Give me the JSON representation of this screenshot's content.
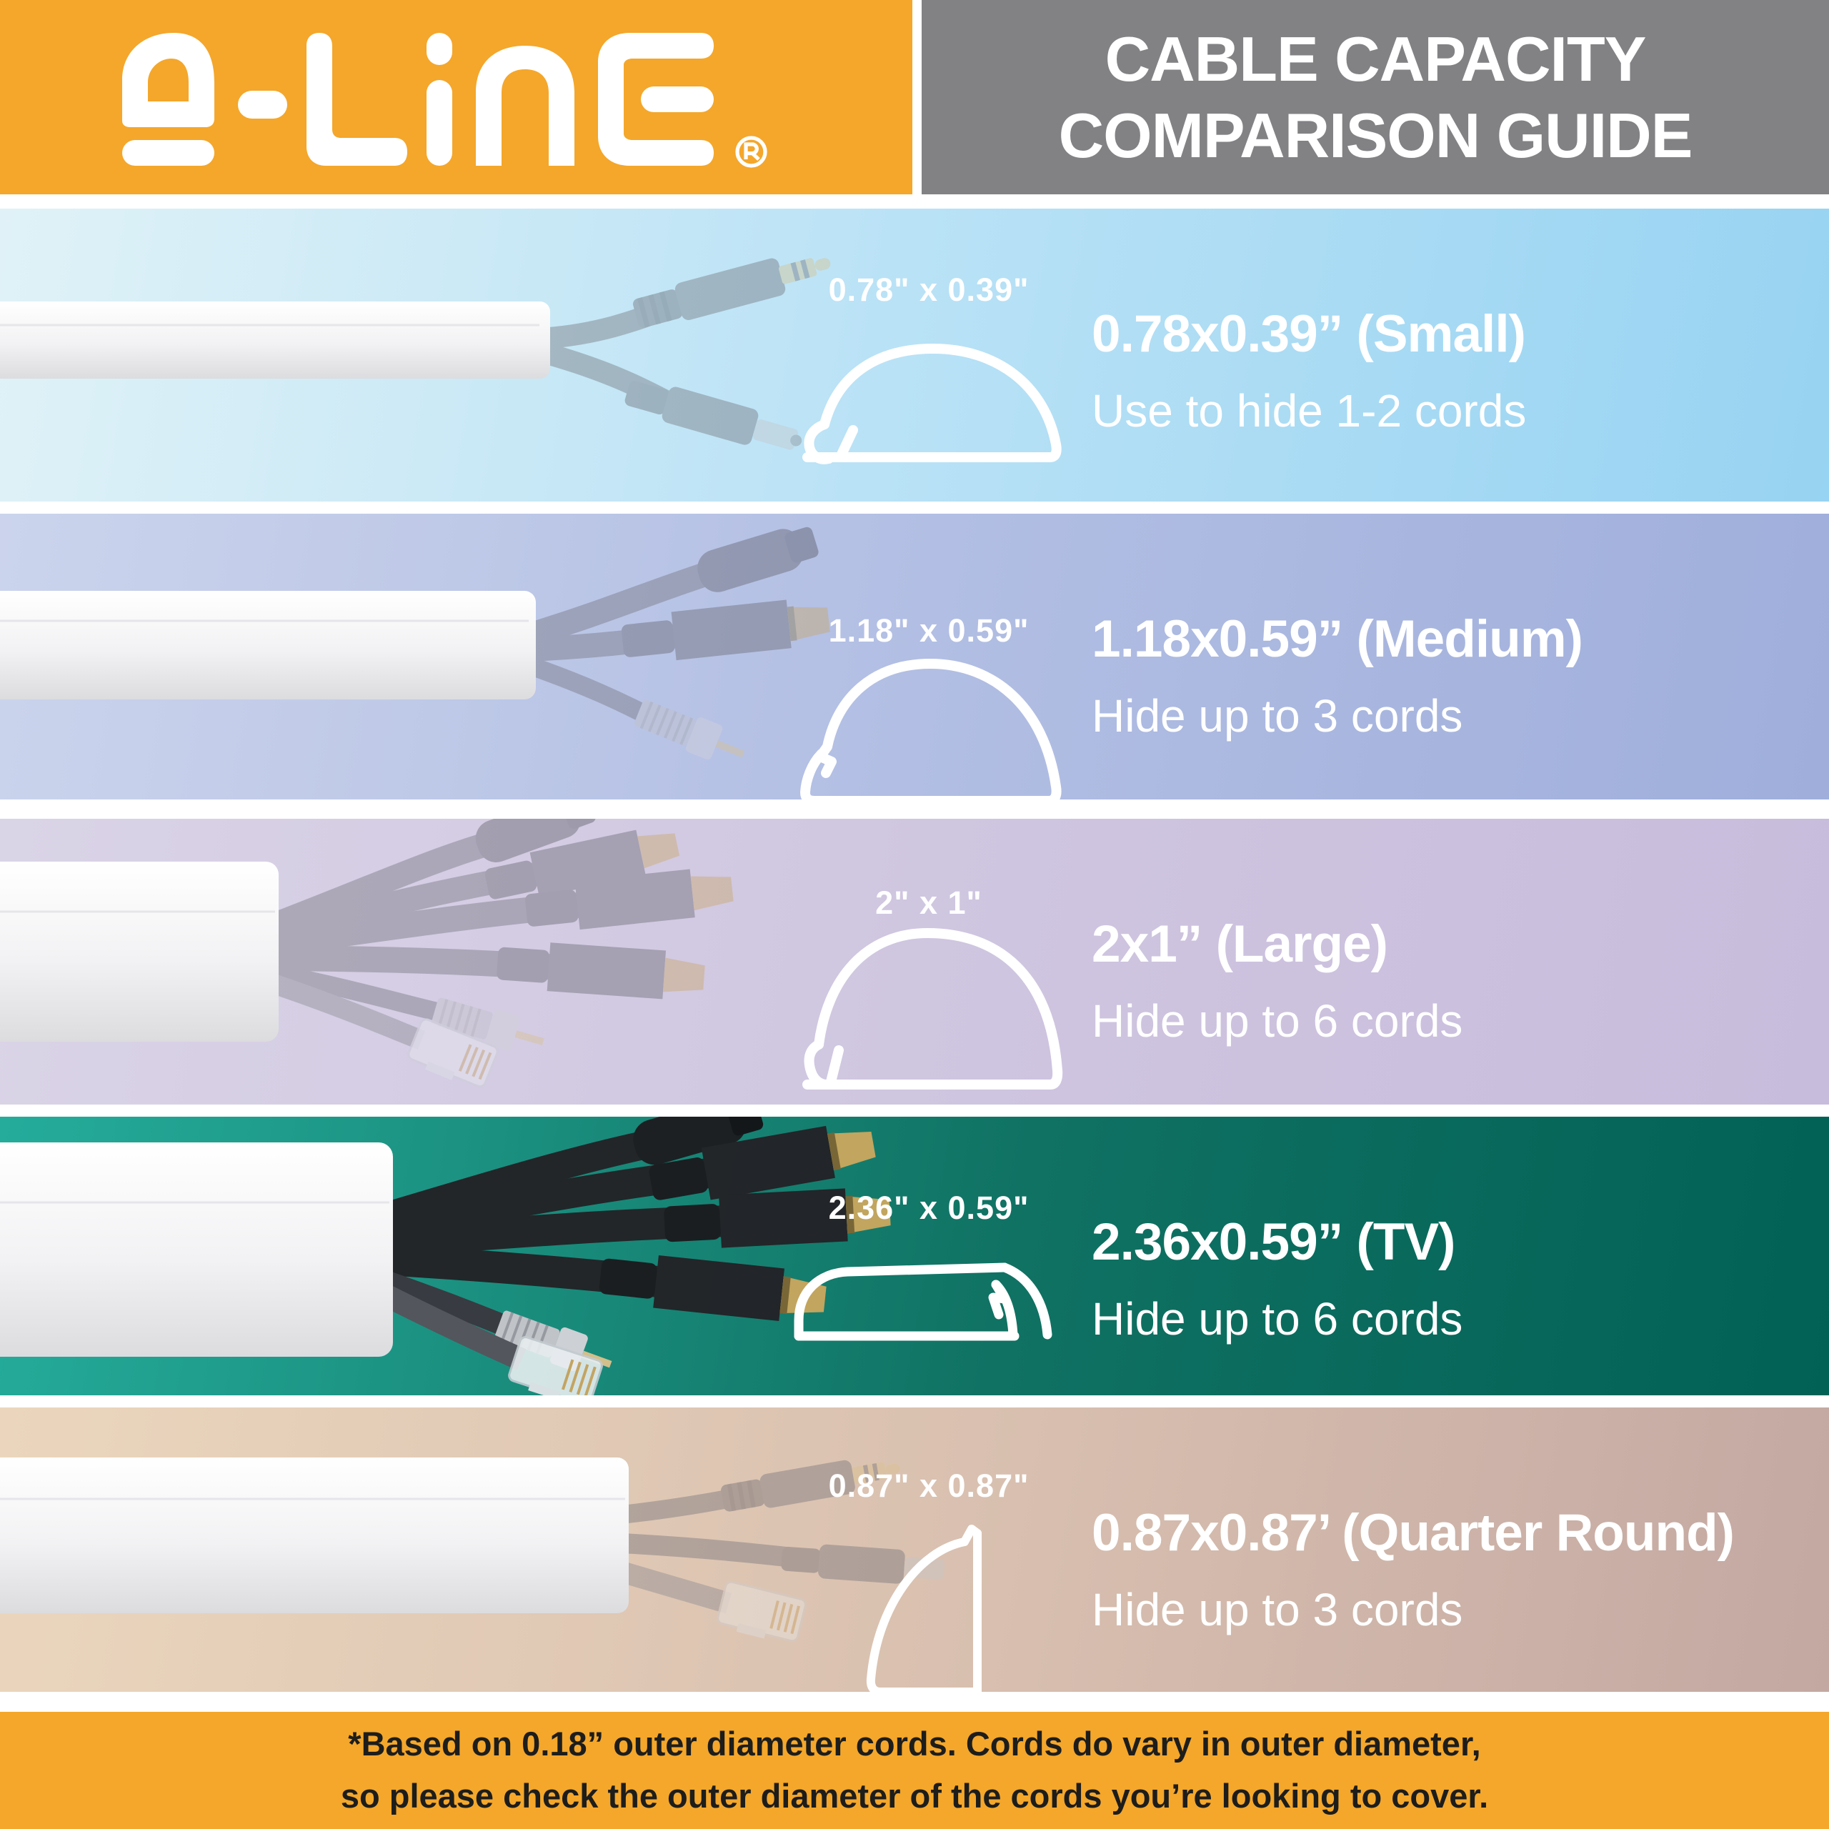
{
  "header": {
    "brand": "D-LINE",
    "registered_mark": "®",
    "title_line1": "CABLE CAPACITY",
    "title_line2": "COMPARISON GUIDE"
  },
  "colors": {
    "brand_yellow": "#F4A72B",
    "header_gray": "#828285",
    "row_small_gradient": [
      "#E0F2F7",
      "#97D3F2"
    ],
    "row_medium_gradient": [
      "#CBD4EC",
      "#9FAEDB"
    ],
    "row_large_gradient": [
      "#DAD4E7",
      "#C8BCDC"
    ],
    "row_tv_gradient": [
      "#25AC9B",
      "#016155"
    ],
    "row_quarter_gradient": [
      "#EBD6BD",
      "#C3A8A2"
    ],
    "text_white": "#FFFFFF",
    "footer_text": "#1D1D1B"
  },
  "rows": [
    {
      "name": "small",
      "dimension_label": "0.78\" x 0.39\"",
      "title": "0.78x0.39” (Small)",
      "subtitle": "Use to hide 1-2 cords",
      "profile_icon": "half-round-cross-section",
      "photo": "white cord cover hiding 2 cords"
    },
    {
      "name": "medium",
      "dimension_label": "1.18\" x 0.59\"",
      "title": "1.18x0.59” (Medium)",
      "subtitle": "Hide up to 3 cords",
      "profile_icon": "half-round-cross-section",
      "photo": "white cord cover hiding 3 cords"
    },
    {
      "name": "large",
      "dimension_label": "2\" x 1\"",
      "title": "2x1” (Large)",
      "subtitle": "Hide up to 6 cords",
      "profile_icon": "half-round-cross-section",
      "photo": "white cord cover hiding 6 cords"
    },
    {
      "name": "tv",
      "dimension_label": "2.36\" x 0.59\"",
      "title": "2.36x0.59” (TV)",
      "subtitle": "Hide up to 6 cords",
      "profile_icon": "low-profile-cross-section",
      "photo": "white cord cover hiding 6 black cords"
    },
    {
      "name": "quarter-round",
      "dimension_label": "0.87\" x 0.87\"",
      "title": "0.87x0.87’ (Quarter Round)",
      "subtitle": "Hide up to 3 cords",
      "profile_icon": "quarter-round-cross-section",
      "photo": "white quarter-round cord cover hiding 3 cords"
    }
  ],
  "footer": {
    "note_line1": "*Based on 0.18” outer diameter cords. Cords do vary in outer diameter,",
    "note_line2": "so please check the outer diameter of the cords you’re looking to cover."
  }
}
